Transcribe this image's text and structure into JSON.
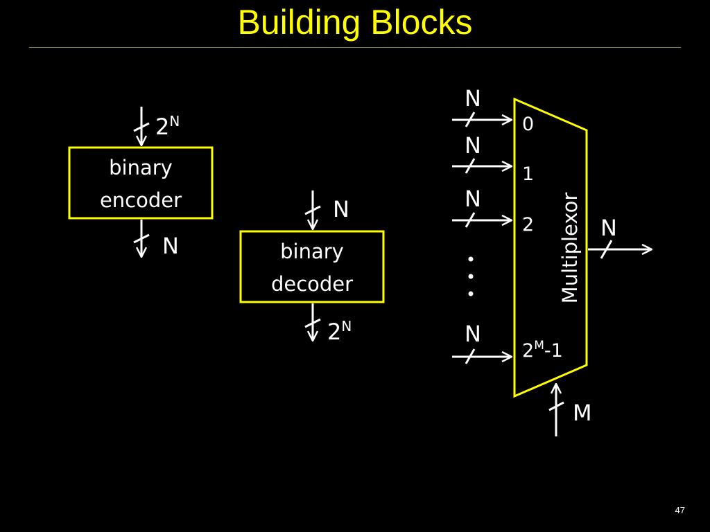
{
  "slide": {
    "title": "Building Blocks",
    "page_number": "47"
  },
  "encoder": {
    "label_line1": "binary",
    "label_line2": "encoder",
    "input_width_base": "2",
    "input_width_exp": "N",
    "output_width": "N"
  },
  "decoder": {
    "label_line1": "binary",
    "label_line2": "decoder",
    "input_width": "N",
    "output_width_base": "2",
    "output_width_exp": "N"
  },
  "mux": {
    "label": "Multiplexor",
    "inputs": [
      {
        "index": "0",
        "width": "N"
      },
      {
        "index": "1",
        "width": "N"
      },
      {
        "index": "2",
        "width": "N"
      },
      {
        "index_base": "2",
        "index_exp": "M",
        "index_tail": "-1",
        "width": "N"
      }
    ],
    "ellipsis": "...",
    "output_width": "N",
    "select_width": "M"
  },
  "colors": {
    "background": "#000000",
    "accent": "#ffff00",
    "text": "#ffffff",
    "rule": "#8a8a3a"
  }
}
